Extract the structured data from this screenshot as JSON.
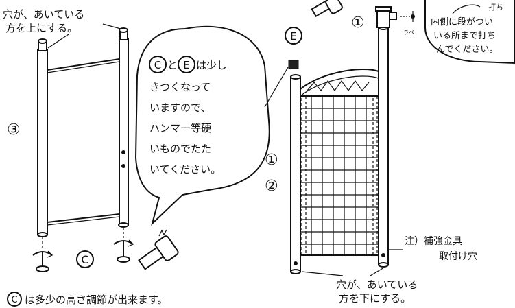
{
  "labels": {
    "top_left_note_line1": "穴が、あいている",
    "top_left_note_line2": "方を上にする。",
    "step3": "③",
    "part_c": "C",
    "part_c_circled": "C",
    "part_e": "E",
    "bubble_line1_mid": "と",
    "bubble_line1_end": "は少し",
    "bubble_line2": "きつくなって",
    "bubble_line3": "いますので、",
    "bubble_line4": "ハンマー等硬",
    "bubble_line5": "いものでたた",
    "bubble_line6": "いてください。",
    "bottom_left_note_suffix": "は多少の高さ調節が出来ます。",
    "step1_a": "①",
    "step1_b": "①",
    "step2": "②",
    "top_right_note_line1": "内側に段がつい",
    "top_right_note_line2": "いる所まで打ち",
    "top_right_note_line3": "んでください。",
    "top_right_partial": "打ち",
    "small_label": "ラベ",
    "reinforcement_line1": "注）補強金具",
    "reinforcement_line2": "取付け穴",
    "bottom_right_note_line1": "穴が、あいている",
    "bottom_right_note_line2": "方を下にする。"
  }
}
